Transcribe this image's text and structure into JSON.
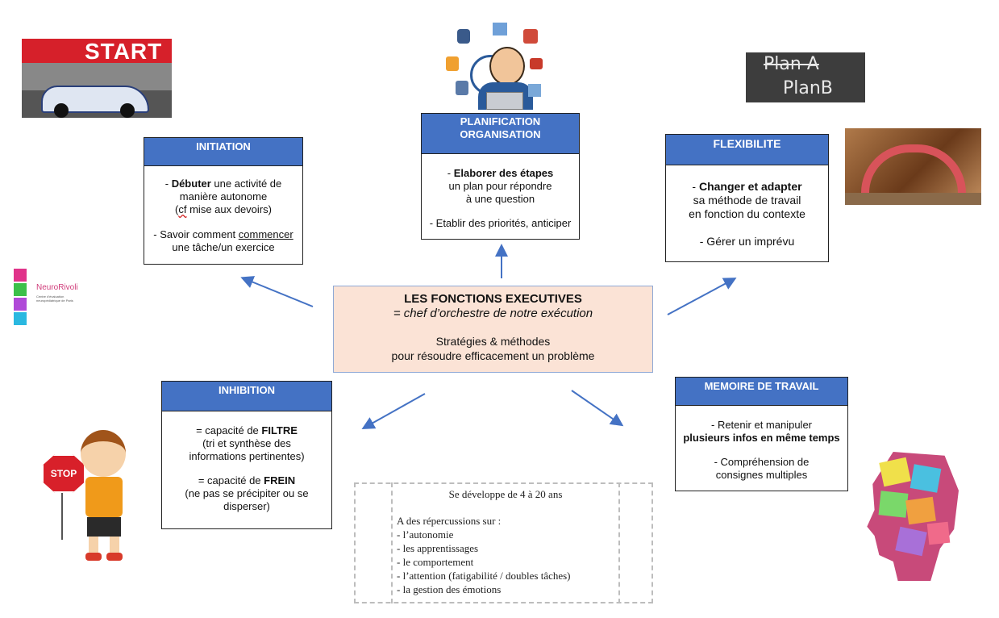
{
  "center": {
    "title": "LES FONCTIONS EXECUTIVES",
    "subtitle": "= chef d’orchestre de notre exécution",
    "line3": "Stratégies & méthodes",
    "line4": "pour résoudre efficacement un problème"
  },
  "initiation": {
    "title": "INITIATION",
    "l1_bold": "Débuter",
    "l1_rest": " une activité de",
    "l2": "manière autonome",
    "l3_pre": "(",
    "l3_cf": "cf",
    "l3_rest": " mise aux devoirs)",
    "l4_pre": "- Savoir comment ",
    "l4_u": "commencer",
    "l5": "une tâche/un exercice"
  },
  "planification": {
    "title1": "PLANIFICATION",
    "title2": "ORGANISATION",
    "l1_bold": "Elaborer des étapes",
    "l2": "un plan pour répondre",
    "l3": "à une question",
    "l4": "- Etablir des priorités, anticiper"
  },
  "flexibilite": {
    "title": "FLEXIBILITE",
    "l1_bold": "Changer et adapter",
    "l2": "sa méthode de travail",
    "l3": "en fonction du contexte",
    "l4": "- Gérer un imprévu"
  },
  "inhibition": {
    "title": "INHIBITION",
    "l1_pre": "= capacité de ",
    "l1_bold": "FILTRE",
    "l2": "(tri et synthèse des",
    "l3": "informations pertinentes)",
    "l4_pre": "= capacité de ",
    "l4_bold": "FREIN",
    "l5": "(ne pas se précipiter ou se",
    "l6": "disperser)"
  },
  "memoire": {
    "title": "MEMOIRE DE TRAVAIL",
    "l1": "- Retenir et manipuler",
    "l2_bold": "plusieurs infos en même temps",
    "l3": "- Compréhension de",
    "l4": "consignes multiples"
  },
  "development": {
    "title": "Se développe de 4 à 20 ans",
    "heading": "A des répercussions sur :",
    "items": [
      "- l’autonomie",
      "- les apprentissages",
      "- le comportement",
      "- l’attention (fatigabilité / doubles tâches)",
      "- la gestion des émotions"
    ]
  },
  "images": {
    "start_text": "START",
    "plan_a": "Plan A",
    "plan_b": "PlanB",
    "stop_text": "STOP"
  },
  "logo": {
    "name": "NeuroRivoli",
    "tagline1": "Centre d'évaluation",
    "tagline2": "neuropédiatrique de Paris"
  },
  "colors": {
    "header_blue": "#4472c4",
    "center_fill": "#fbe3d6",
    "arrow": "#4472c4"
  }
}
